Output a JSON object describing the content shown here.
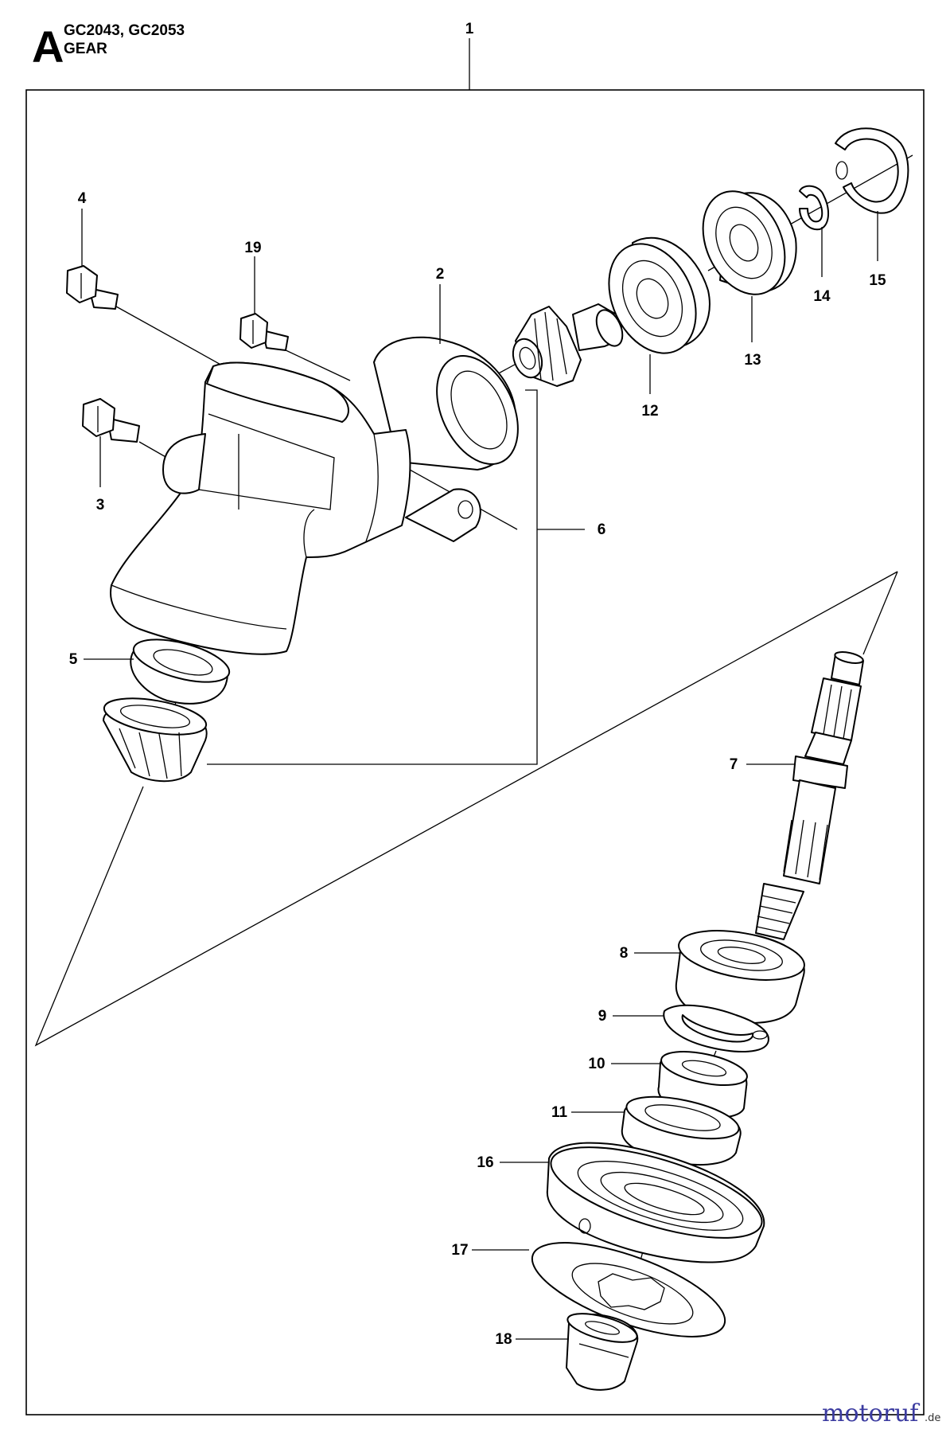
{
  "header": {
    "section_letter": "A",
    "models": "GC2043, GC2053",
    "title": "GEAR"
  },
  "callouts": [
    "1",
    "2",
    "3",
    "4",
    "5",
    "6",
    "7",
    "8",
    "9",
    "10",
    "11",
    "12",
    "13",
    "14",
    "15",
    "16",
    "17",
    "18",
    "19"
  ],
  "watermark": {
    "brand": "motoruf",
    "suffix": ".de",
    "brand_color": "#3b3ba0",
    "accent_color": "#e08a00"
  }
}
